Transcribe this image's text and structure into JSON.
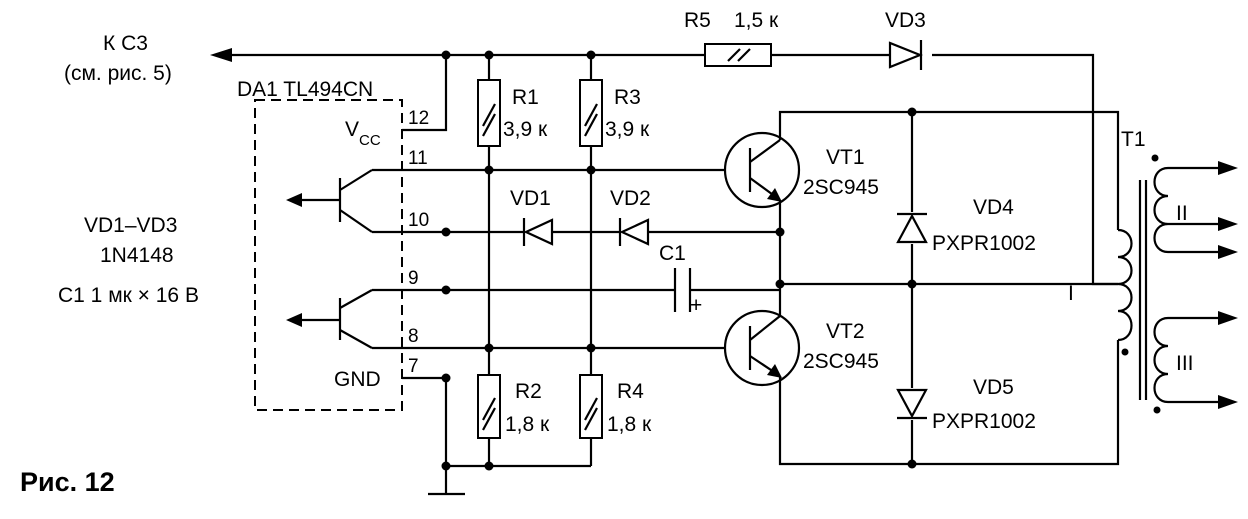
{
  "figure": {
    "caption": "Рис. 12"
  },
  "notes": {
    "to_c3_line1": "К С3",
    "to_c3_line2": "(см. рис. 5)",
    "diodes_type_line1": "VD1–VD3",
    "diodes_type_line2": "1N4148",
    "capacitor_note": "С1 1 мк × 16 В"
  },
  "ic": {
    "name": "DA1 TL494CN",
    "vcc_main": "V",
    "vcc_sub": "CC",
    "gnd": "GND",
    "pins": [
      "12",
      "11",
      "10",
      "9",
      "8",
      "7"
    ]
  },
  "resistors": [
    {
      "ref": "R1",
      "value": "3,9 к"
    },
    {
      "ref": "R3",
      "value": "3,9 к"
    },
    {
      "ref": "R2",
      "value": "1,8 к"
    },
    {
      "ref": "R4",
      "value": "1,8 к"
    },
    {
      "ref": "R5",
      "value": "1,5 к"
    }
  ],
  "diodes": [
    {
      "ref": "VD1"
    },
    {
      "ref": "VD2"
    },
    {
      "ref": "VD3"
    },
    {
      "ref": "VD4",
      "type": "PXPR1002"
    },
    {
      "ref": "VD5",
      "type": "PXPR1002"
    }
  ],
  "transistors": [
    {
      "ref": "VT1",
      "type": "2SC945"
    },
    {
      "ref": "VT2",
      "type": "2SC945"
    }
  ],
  "capacitor": {
    "ref": "C1",
    "polarity": "+"
  },
  "transformer": {
    "ref": "T1",
    "windings": [
      "I",
      "II",
      "III"
    ]
  }
}
